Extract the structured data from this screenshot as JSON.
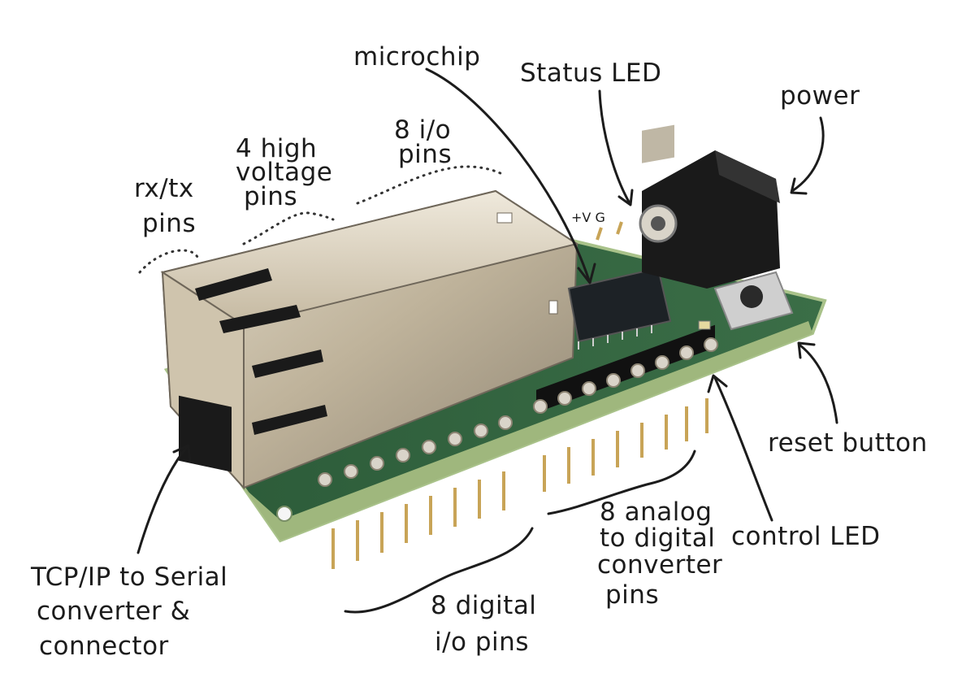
{
  "labels": {
    "microchip": "microchip",
    "status_led": "Status LED",
    "power": "power",
    "io_pins_1": "8 i/o",
    "io_pins_2": "pins",
    "high_voltage_1": "4 high",
    "high_voltage_2": "voltage",
    "high_voltage_3": "pins",
    "rxtx_1": "rx/tx",
    "rxtx_2": "pins",
    "reset_button": "reset button",
    "control_led": "control LED",
    "tcp_1": "TCP/IP to Serial",
    "tcp_2": "converter &",
    "tcp_3": "connector",
    "digital_1": "8 digital",
    "digital_2": "i/o pins",
    "analog_1": "8 analog",
    "analog_2": "to digital",
    "analog_3": "converter",
    "analog_4": "pins",
    "board_silkscreen": "+V G"
  },
  "colors": {
    "board_green": "#2f5f3c",
    "board_edge": "#a9c28a",
    "metal": "#c7bca6",
    "metal_dark": "#8c8473",
    "chip": "#1d2226",
    "connector_black": "#1a1a1a",
    "pin_gold": "#c8a457"
  }
}
